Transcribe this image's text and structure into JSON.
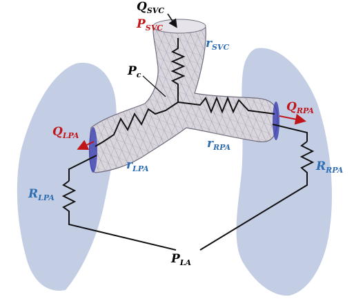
{
  "labels": {
    "q_svc": "Q",
    "q_svc_sub": "SVC",
    "p_svc": "P",
    "p_svc_sub": "SVC",
    "r_svc": "r",
    "r_svc_sub": "SVC",
    "p_c": "P",
    "p_c_sub": "c",
    "q_lpa": "Q",
    "q_lpa_sub": "LPA",
    "q_rpa": "Q",
    "q_rpa_sub": "RPA",
    "r_lpa_small": "r",
    "r_lpa_small_sub": "LPA",
    "r_rpa_small": "r",
    "r_rpa_small_sub": "RPA",
    "r_lpa_big": "R",
    "r_lpa_big_sub": "LPA",
    "r_rpa_big": "R",
    "r_rpa_big_sub": "RPA",
    "p_la": "P",
    "p_la_sub": "LA"
  },
  "colors": {
    "black_label": "#000000",
    "red_label": "#c0161a",
    "blue_label": "#2f6db3",
    "lung": "#b9c6e0",
    "vessel": "#d9d6de",
    "mesh": "#8f8a99",
    "circuit": "#111111",
    "arrow_red": "#c0161a"
  }
}
